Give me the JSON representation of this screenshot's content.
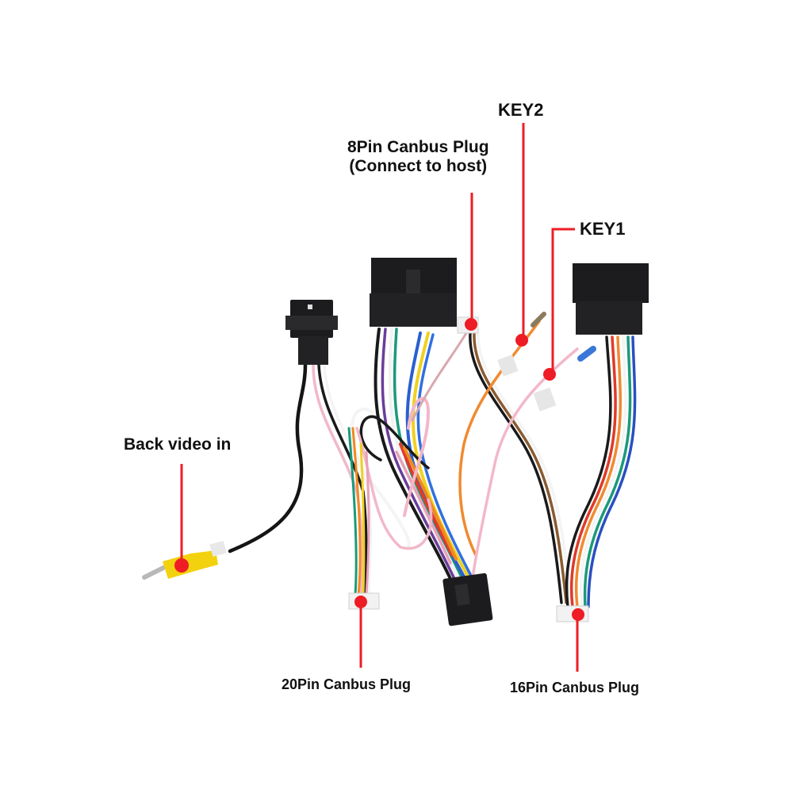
{
  "diagram": {
    "title": "Canbus wiring harness connection diagram",
    "callout_color": "#ee1c24",
    "labels": {
      "pin8_line1": "8Pin Canbus Plug",
      "pin8_line2": "(Connect to host)",
      "key2": "KEY2",
      "key1": "KEY1",
      "back_video": "Back video in",
      "pin20": "20Pin Canbus Plug",
      "pin16": "16Pin Canbus Plug"
    },
    "components": [
      {
        "id": "8pin-canbus-plug",
        "label": "8Pin Canbus Plug (Connect to host)",
        "type": "white-mini-connector"
      },
      {
        "id": "key2-wire",
        "label": "KEY2",
        "type": "orange-wire-tip"
      },
      {
        "id": "key1-wire",
        "label": "KEY1",
        "type": "pink-wire-blue-tip"
      },
      {
        "id": "back-video-rca",
        "label": "Back video in",
        "type": "yellow-rca-plug"
      },
      {
        "id": "20pin-canbus-plug",
        "label": "20Pin Canbus Plug",
        "type": "white-mini-connector"
      },
      {
        "id": "16pin-canbus-plug",
        "label": "16Pin Canbus Plug",
        "type": "white-mini-connector"
      },
      {
        "id": "small-square-connector",
        "label": "",
        "type": "black-connector"
      },
      {
        "id": "main-vehicle-connector",
        "label": "",
        "type": "black-connector"
      },
      {
        "id": "right-vehicle-connector",
        "label": "",
        "type": "black-connector"
      },
      {
        "id": "16pin-host-connector",
        "label": "",
        "type": "black-connector"
      }
    ]
  }
}
